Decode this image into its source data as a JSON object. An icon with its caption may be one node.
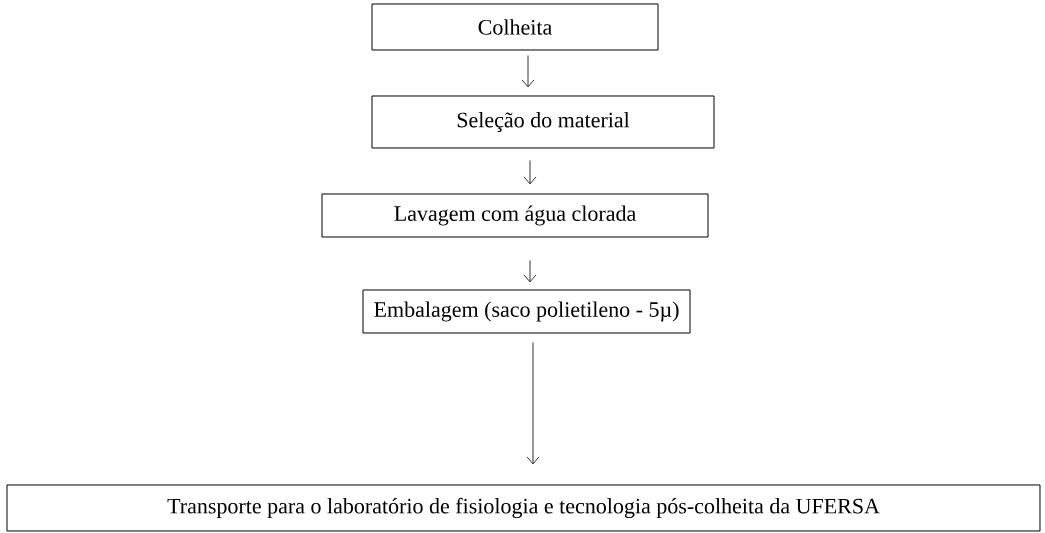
{
  "diagram": {
    "nodes": [
      {
        "text": [
          "Colheita"
        ]
      },
      {
        "text": [
          "Seleção do material"
        ]
      },
      {
        "text": [
          "Lavagem com água clorada"
        ]
      },
      {
        "text": [
          "Embalagem (saco polietileno - 5µ)"
        ]
      },
      {
        "text": [
          "Transporte para o laboratório de fisiologia e tecnologia pós-colheita da UFERSA"
        ]
      }
    ],
    "edges": [
      {
        "from": 0,
        "to": 1,
        "arrow": "to"
      },
      {
        "from": 1,
        "to": 2,
        "arrow": "to"
      },
      {
        "from": 2,
        "to": 3,
        "arrow": "to"
      },
      {
        "from": 3,
        "to": 4,
        "arrow": "to"
      }
    ]
  }
}
